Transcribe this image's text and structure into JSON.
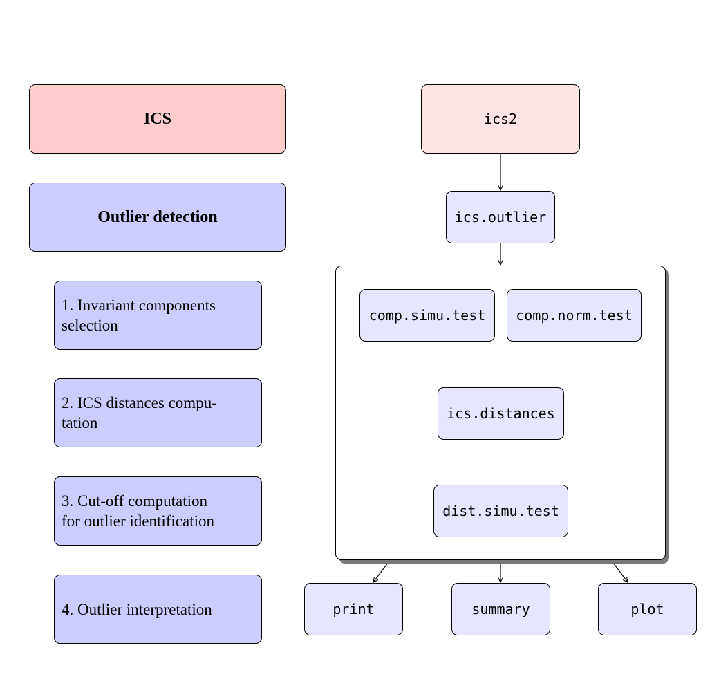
{
  "left_column": {
    "ics_title": "ICS",
    "outlier_title": "Outlier detection",
    "steps": [
      {
        "line1": "1.  Invariant components",
        "line2": "selection"
      },
      {
        "line1": "2.  ICS distances compu-",
        "line2": "tation"
      },
      {
        "line1": "3.  Cut-off computation",
        "line2": "for outlier identification"
      },
      {
        "line1": "4.  Outlier interpretation",
        "line2": ""
      }
    ]
  },
  "right_column": {
    "top_function": "ics2",
    "outlier_function": "ics.outlier",
    "inner_functions": {
      "comp_simu": "comp.simu.test",
      "comp_norm": "comp.norm.test",
      "distances": "ics.distances",
      "dist_simu": "dist.simu.test"
    },
    "outputs": {
      "print": "print",
      "summary": "summary",
      "plot": "plot"
    }
  },
  "colors": {
    "ics_fill": "#ffcccc",
    "ics2_fill": "#ffe4e4",
    "step_fill": "#ccccff",
    "function_fill": "#e6e6ff",
    "container_shadow": "#777777"
  }
}
